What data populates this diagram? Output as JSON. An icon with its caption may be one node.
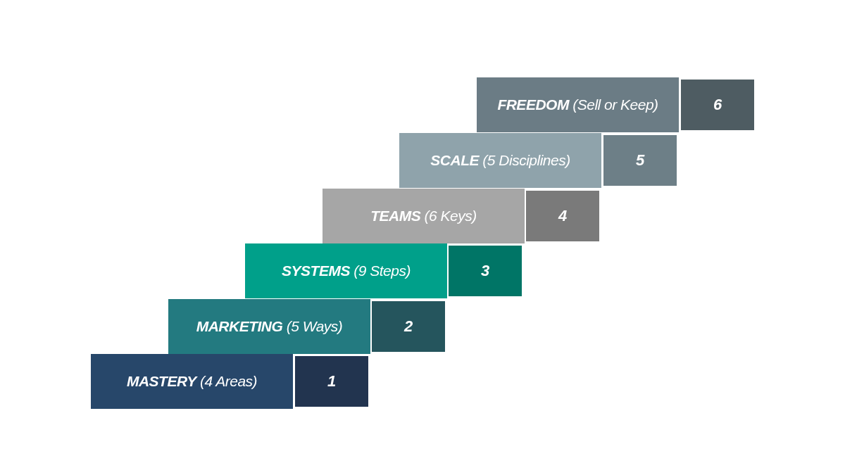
{
  "diagram": {
    "nodes": [
      {
        "text": [
          "**FREEDOM** (Sell or Keep)"
        ]
      },
      {
        "text": [
          "6"
        ]
      },
      {
        "text": [
          "**SCALE** (5 Disciplines)"
        ]
      },
      {
        "text": [
          "5"
        ]
      },
      {
        "text": [
          "**TEAMS** (6 Keys)"
        ]
      },
      {
        "text": [
          "4"
        ]
      },
      {
        "text": [
          "**SYSTEMS** (9 Steps)"
        ]
      },
      {
        "text": [
          "3"
        ]
      },
      {
        "text": [
          "**MARKETING** (5 Ways)"
        ]
      },
      {
        "text": [
          "2"
        ]
      },
      {
        "text": [
          "**MASTERY** (4 Areas)"
        ]
      },
      {
        "text": [
          "1"
        ]
      }
    ]
  }
}
